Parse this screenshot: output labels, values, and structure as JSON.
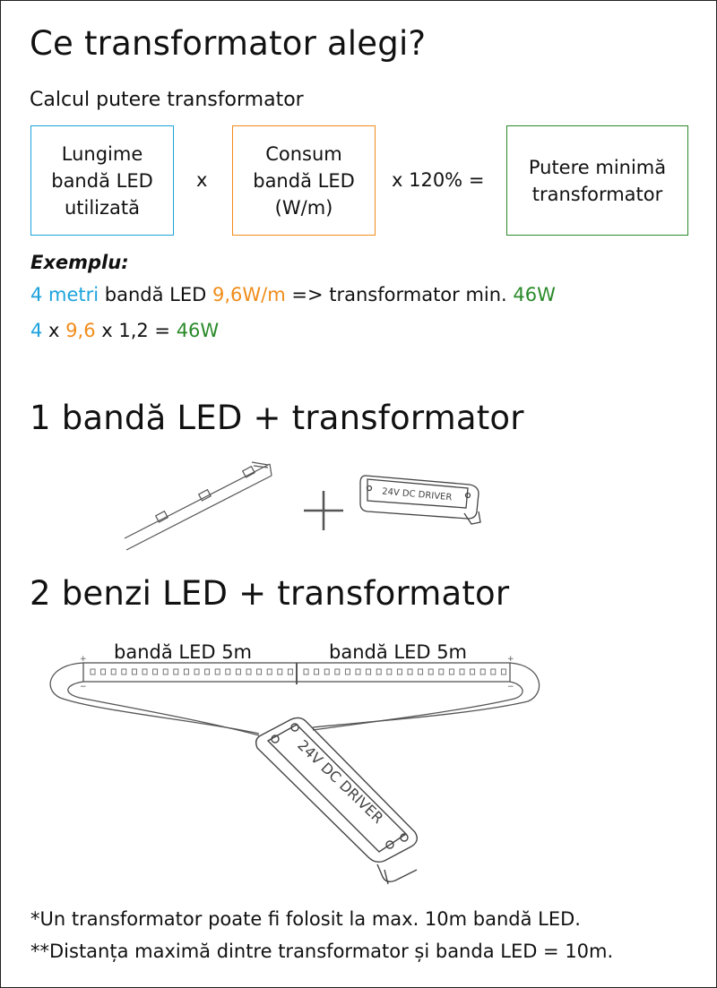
{
  "title": "Ce transformator alegi?",
  "calc_subtitle": "Calcul putere transformator",
  "formula": {
    "box1": "Lungime\nbandă LED\nutilizată",
    "op1": "x",
    "box2": "Consum\nbandă LED\n(W/m)",
    "op2": "x 120% =",
    "box3": "Putere minimă\ntransformator"
  },
  "example": {
    "label": "Exemplu:",
    "line1": {
      "length": "4 metri",
      "text_a": " bandă LED ",
      "consumption": "9,6W/m",
      "text_b": " => transformator min. ",
      "result": "46W"
    },
    "line2": {
      "length": "4",
      "op_a": " x ",
      "consumption": "9,6",
      "op_b": " x 1,2 = ",
      "result": "46W"
    }
  },
  "section1_title": "1 bandă LED + transformator",
  "section2_title": "2 benzi LED + transformator",
  "strip_label_left": "bandă LED 5m",
  "strip_label_right": "bandă LED 5m",
  "driver_label": "24V DC DRIVER",
  "footnote1": "*Un transformator poate fi folosit la max. 10m bandă LED.",
  "footnote2": "**Distanța maximă dintre transformator și banda LED = 10m.",
  "colors": {
    "blue": "#1ca3dc",
    "orange": "#f08c1a",
    "green": "#2a8a2a",
    "line": "#555555"
  }
}
